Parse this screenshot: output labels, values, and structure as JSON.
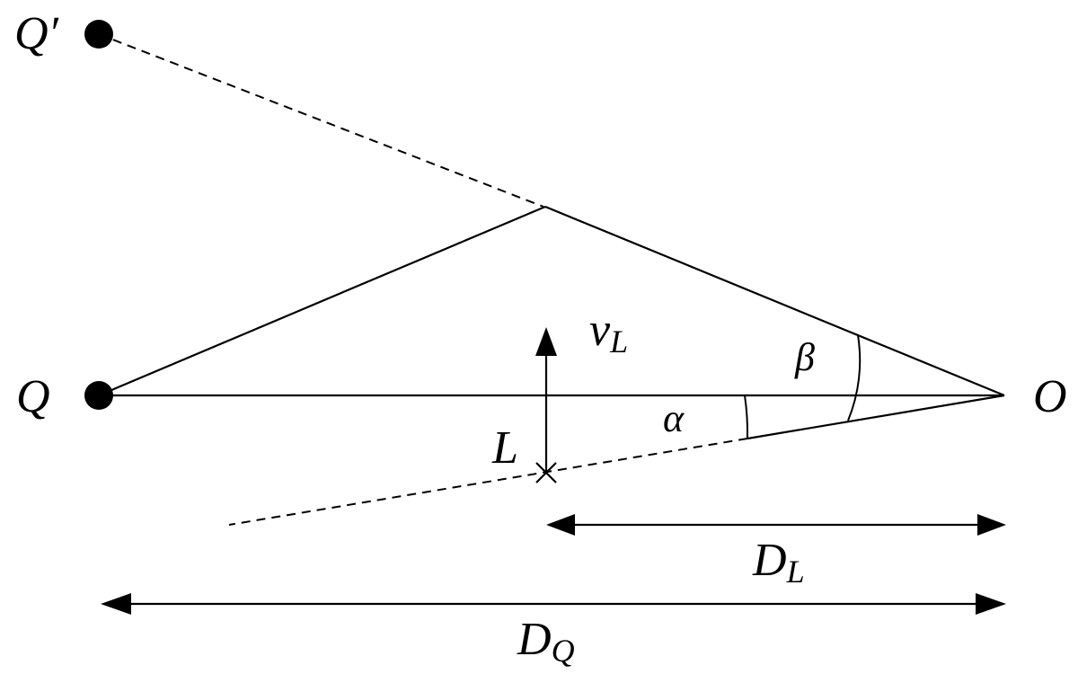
{
  "labels": {
    "Q_prime": "Q′",
    "Q": "Q",
    "O": "O",
    "L": "L",
    "v": "v",
    "v_sub": "L",
    "alpha": "α",
    "beta": "β",
    "D_L": "D",
    "D_L_sub": "L",
    "D_Q": "D",
    "D_Q_sub": "Q"
  },
  "colors": {
    "ink": "#000000",
    "background": "#ffffff"
  }
}
